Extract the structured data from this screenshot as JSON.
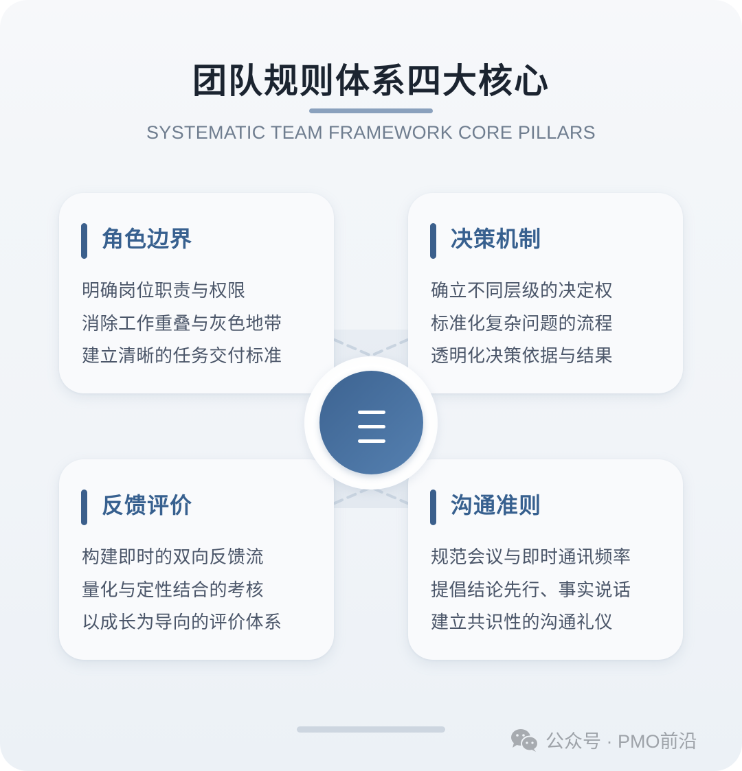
{
  "header": {
    "title": "团队规则体系四大核心",
    "subtitle": "SYSTEMATIC TEAM FRAMEWORK CORE PILLARS"
  },
  "hub": {
    "icon": "menu-lines-icon"
  },
  "cards": [
    {
      "heading": "角色边界",
      "lines": [
        "明确岗位职责与权限",
        "消除工作重叠与灰色地带",
        "建立清晰的任务交付标准"
      ]
    },
    {
      "heading": "决策机制",
      "lines": [
        "确立不同层级的决定权",
        "标准化复杂问题的流程",
        "透明化决策依据与结果"
      ]
    },
    {
      "heading": "反馈评价",
      "lines": [
        "构建即时的双向反馈流",
        "量化与定性结合的考核",
        "以成长为导向的评价体系"
      ]
    },
    {
      "heading": "沟通准则",
      "lines": [
        "规范会议与即时通讯频率",
        "提倡结论先行、事实说话",
        "建立共识性的沟通礼仪"
      ]
    }
  ],
  "footer": {
    "icon": "wechat-icon",
    "text": "公众号 · PMO前沿"
  },
  "colors": {
    "title": "#1b2430",
    "accent": "#3b5f8c",
    "heading": "#37608f",
    "body_text": "#4b5669",
    "subtitle": "#6f7d8f",
    "underline": "#8aa1bd",
    "hub_gradient_start": "#3d6391",
    "hub_gradient_end": "#5580b0",
    "background": "#f3f6f9"
  }
}
